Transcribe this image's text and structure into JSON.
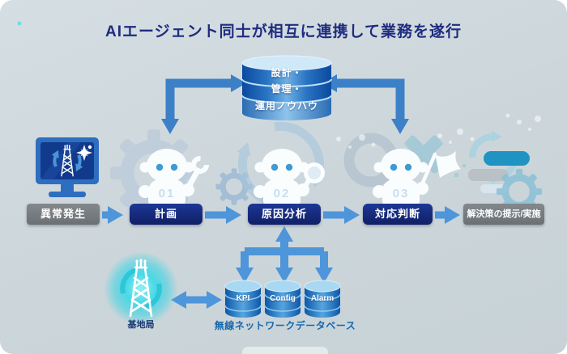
{
  "title": "AIエージェント同士が相互に連携して業務を遂行",
  "knowledge_db": {
    "rows": [
      "設計・",
      "管理・",
      "運用ノウハウ"
    ]
  },
  "flow": {
    "trigger": "異常発生",
    "steps": [
      {
        "num": "01",
        "label": "計画"
      },
      {
        "num": "02",
        "label": "原因分析"
      },
      {
        "num": "03",
        "label": "対応判断"
      }
    ],
    "outcome": "解決策の提示/実施"
  },
  "bottom": {
    "base_station_label": "基地局",
    "db_labels": [
      "KPI",
      "Config",
      "Alarm"
    ],
    "db_caption": "無線ネットワークデータベース"
  },
  "icons": {
    "agents": "robot-agent-icon",
    "knowledge_db": "database-cylinder-icon",
    "alert_source": "alert-monitor-icon",
    "base_station": "radio-tower-icon",
    "network_dbs": "database-cylinder-icon",
    "agent_accessories": [
      "wrench-icon",
      "magnifier-icon",
      "flag-icon"
    ]
  },
  "colors": {
    "background": "#cdd6da",
    "title_navy": "#1f2c80",
    "step_navy": "#15246f",
    "gray_label": "#70757a",
    "arrow_blue": "#4e95da",
    "elbow_blue": "#3c80c8",
    "db_blue_dark": "#0b4a9e",
    "cyan_glow": "#2fd3e4",
    "caption_blue": "#1567ac"
  }
}
